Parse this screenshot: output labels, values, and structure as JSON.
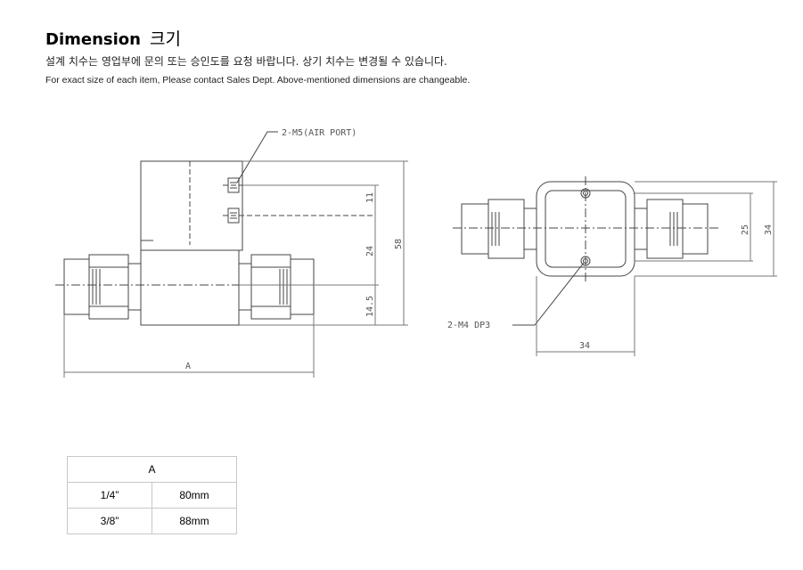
{
  "header": {
    "title_en": "Dimension",
    "title_ko": "크기",
    "note_ko": "설계 치수는 영업부에 문의 또는 승인도를 요청 바랍니다. 상기 치수는 변경될 수 있습니다.",
    "note_en": "For exact size of each item, Please contact Sales Dept. Above-mentioned dimensions are changeable."
  },
  "drawing_side": {
    "port_label": "2-M5(AIR PORT)",
    "dim_11": "11",
    "dim_24": "24",
    "dim_14_5": "14.5",
    "dim_58": "58",
    "dim_a": "A"
  },
  "drawing_top": {
    "hole_label": "2-M4 DP3",
    "dim_25": "25",
    "dim_34_v": "34",
    "dim_34_h": "34"
  },
  "table": {
    "header": "A",
    "rows": [
      {
        "size": "1/4”",
        "value": "80mm"
      },
      {
        "size": "3/8”",
        "value": "88mm"
      }
    ]
  }
}
